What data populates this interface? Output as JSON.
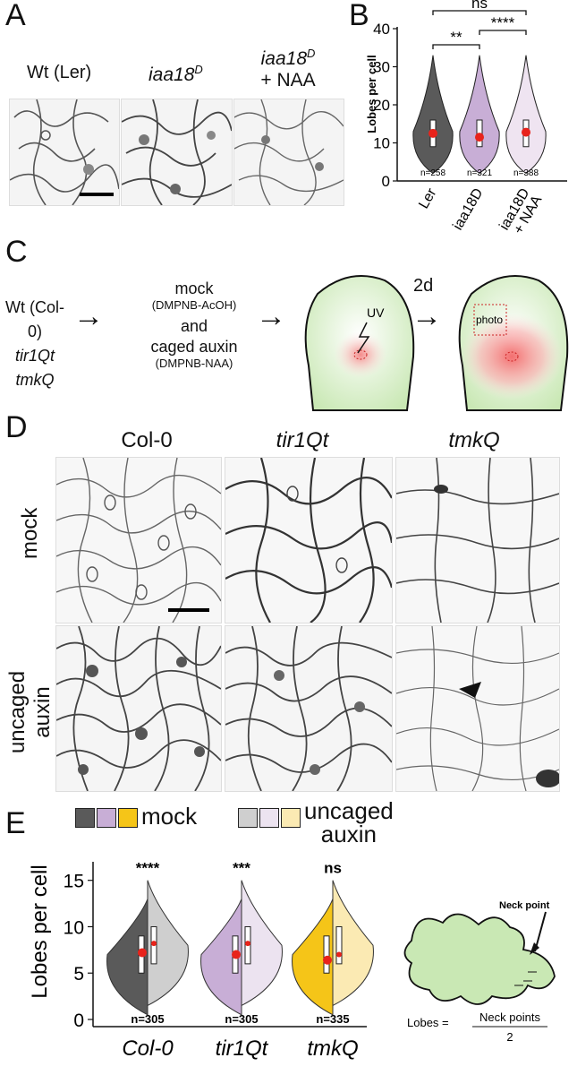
{
  "panels": {
    "A": "A",
    "B": "B",
    "C": "C",
    "D": "D",
    "E": "E"
  },
  "panelA": {
    "wt_label": "Wt (Ler)",
    "iaa_label": "iaa18",
    "iaa_sup": "D",
    "iaa_naa_label": "iaa18",
    "iaa_naa_sup": "D",
    "iaa_naa_suffix": "+ NAA"
  },
  "panelB": {
    "chart_data": {
      "type": "violin",
      "ylabel": "Lobes per cell",
      "ylim": [
        0,
        40
      ],
      "yticks": [
        0,
        10,
        20,
        30,
        40
      ],
      "categories": [
        "Ler",
        "iaa18D",
        "iaa18D + NAA"
      ],
      "category_lines": [
        [
          "Ler"
        ],
        [
          "iaa18D"
        ],
        [
          "iaa18D",
          "+ NAA"
        ]
      ],
      "n_labels": [
        "n=258",
        "n=321",
        "n=388"
      ],
      "means": [
        12.5,
        11.5,
        12.8
      ],
      "violin_colors": [
        "#5a5a5a",
        "#c8aed6",
        "#efe4f1"
      ],
      "significance": [
        {
          "from": 0,
          "to": 1,
          "label": "**"
        },
        {
          "from": 1,
          "to": 2,
          "label": "****"
        },
        {
          "from": 0,
          "to": 2,
          "label": "ns"
        }
      ]
    }
  },
  "panelC": {
    "genotypes": [
      "Wt (Col-0)",
      "tir1Qt",
      "tmkQ"
    ],
    "mock": "mock",
    "mock_chem": "(DMPNB-AcOH)",
    "and": "and",
    "caged": "caged auxin",
    "caged_chem": "(DMPNB-NAA)",
    "uv": "UV",
    "time": "2d",
    "photo": "photo"
  },
  "panelD": {
    "columns": [
      "Col-0",
      "tir1Qt",
      "tmkQ"
    ],
    "rows": [
      "mock",
      "uncaged\nauxin"
    ],
    "row1": "mock",
    "row2a": "uncaged",
    "row2b": "auxin"
  },
  "panelE": {
    "legend_mock": "mock",
    "legend_uncaged1": "uncaged",
    "legend_uncaged2": "auxin",
    "legend_colors_mock": [
      "#5a5a5a",
      "#c8aed6",
      "#f5c518"
    ],
    "legend_colors_uncaged": [
      "#cfcfcf",
      "#ece3f0",
      "#fbeab3"
    ],
    "chart_data": {
      "type": "split-violin",
      "ylabel": "Lobes per cell",
      "ylim": [
        0,
        17
      ],
      "yticks": [
        0,
        5,
        10,
        15
      ],
      "categories": [
        "Col-0",
        "tir1Qt",
        "tmkQ"
      ],
      "n_labels": [
        "n=305",
        "n=305",
        "n=335"
      ],
      "significance": [
        "****",
        "***",
        "ns"
      ],
      "mock_means": [
        7.2,
        7.0,
        6.4
      ],
      "uncaged_means": [
        8.2,
        8.2,
        7.0
      ]
    },
    "inset": {
      "neck_label": "Neck point",
      "formula_lhs": "Lobes =",
      "formula_num": "Neck points",
      "formula_den": "2"
    }
  }
}
